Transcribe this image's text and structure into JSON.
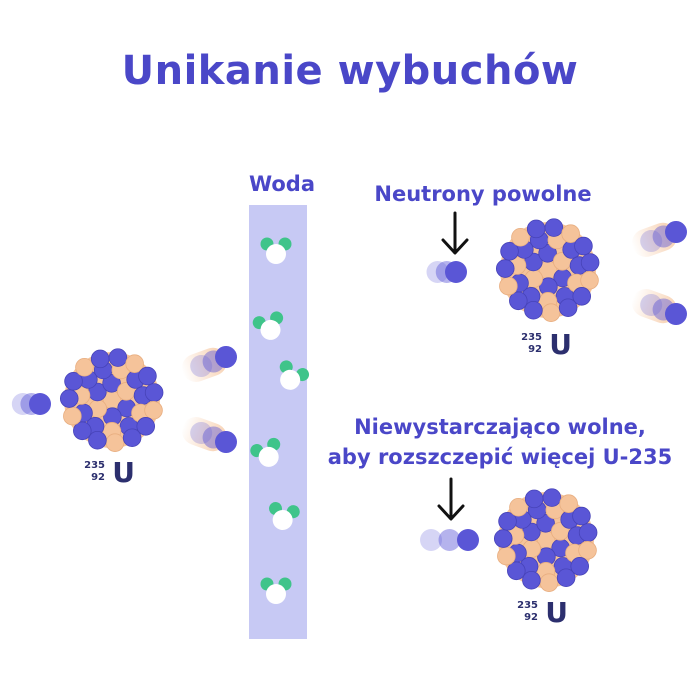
{
  "title": "Unikanie wybuchów",
  "labels": {
    "water": "Woda",
    "slow_neutrons": "Neutrony powolne",
    "not_slow_line1": "Niewystarczająco wolne,",
    "not_slow_line2": "aby rozszczepić więcej U-235"
  },
  "isotope": {
    "mass_number": "235",
    "atomic_number": "92",
    "symbol": "U"
  },
  "colors": {
    "title": "#4a47c8",
    "proton": "#5a56d6",
    "neutron": "#f5c39a",
    "water_column": "#c7c9f4",
    "oxygen": "#ffffff",
    "hydrogen": "#3fc48a",
    "arrow": "#111111"
  }
}
